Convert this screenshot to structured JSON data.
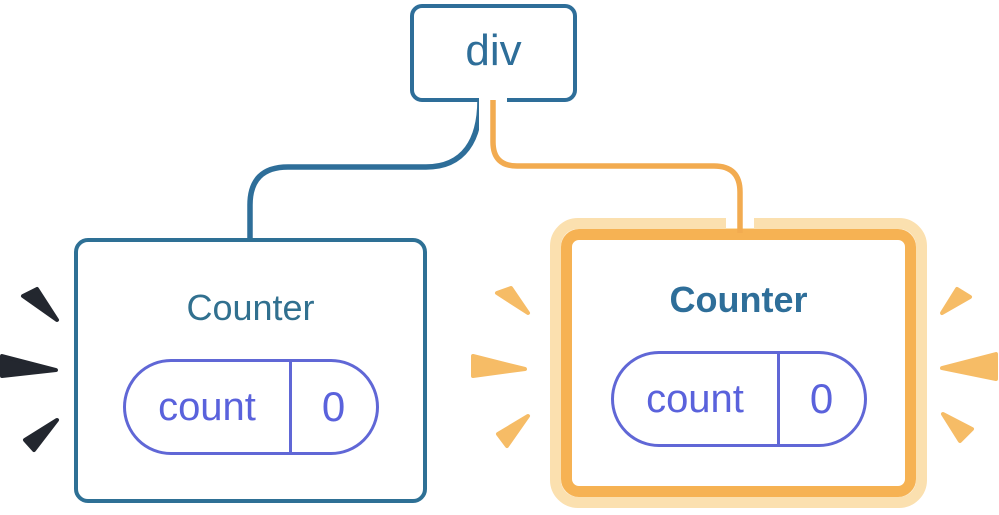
{
  "diagram": {
    "description": "React component tree: a div root element with two Counter children; the second Counter is highlighted (re-rendered) in orange",
    "root": {
      "label": "div"
    },
    "children": [
      {
        "title": "Counter",
        "state_key": "count",
        "state_value": "0",
        "highlighted": false
      },
      {
        "title": "Counter",
        "state_key": "count",
        "state_value": "0",
        "highlighted": true
      }
    ],
    "colors": {
      "blue": "#2e6e99",
      "card_border_blue": "#2e7095",
      "pill_border_purple": "#6067d6",
      "pill_text_purple": "#5a62dc",
      "edge_highlight_orange": "#f2ab50",
      "highlight_border_orange": "#f6b253",
      "highlight_border_light": "#fbe0af",
      "spark_orange": "#f6bc66",
      "spark_dark": "#23272f",
      "background": "#ffffff"
    }
  }
}
